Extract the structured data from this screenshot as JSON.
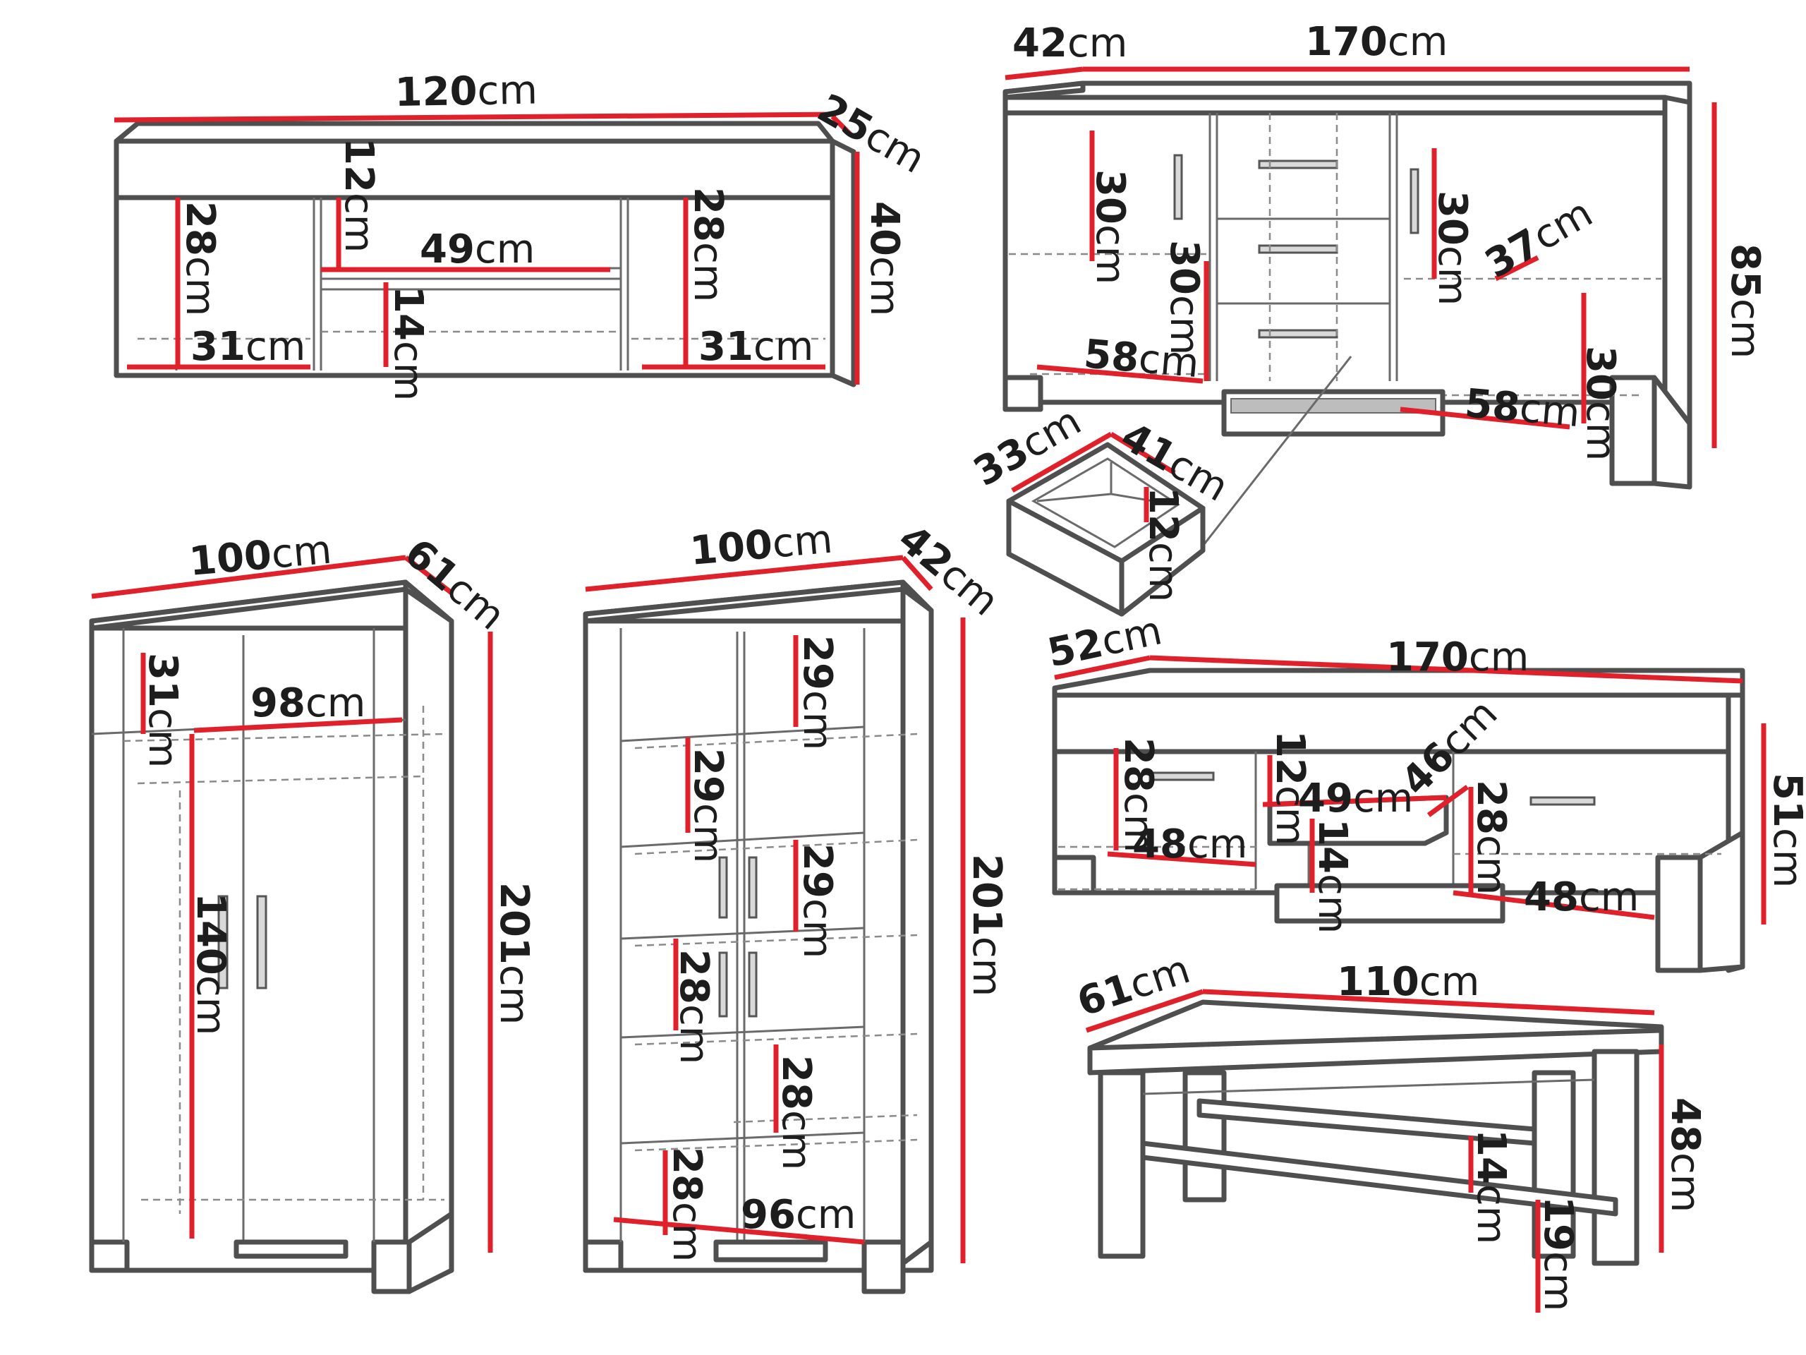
{
  "colors": {
    "dimension": "#e0202a",
    "outline": "#4f4f4f"
  },
  "items": [
    {
      "id": "tv-unit-small",
      "dims": [
        {
          "n": "120",
          "u": "cm"
        },
        {
          "n": "25",
          "u": "cm"
        },
        {
          "n": "40",
          "u": "cm"
        },
        {
          "n": "12",
          "u": "cm"
        },
        {
          "n": "49",
          "u": "cm"
        },
        {
          "n": "28",
          "u": "cm"
        },
        {
          "n": "28",
          "u": "cm"
        },
        {
          "n": "14",
          "u": "cm"
        },
        {
          "n": "31",
          "u": "cm"
        },
        {
          "n": "31",
          "u": "cm"
        }
      ]
    },
    {
      "id": "sideboard",
      "dims": [
        {
          "n": "42",
          "u": "cm"
        },
        {
          "n": "170",
          "u": "cm"
        },
        {
          "n": "85",
          "u": "cm"
        },
        {
          "n": "30",
          "u": "cm"
        },
        {
          "n": "30",
          "u": "cm"
        },
        {
          "n": "30",
          "u": "cm"
        },
        {
          "n": "30",
          "u": "cm"
        },
        {
          "n": "37",
          "u": "cm"
        },
        {
          "n": "58",
          "u": "cm"
        },
        {
          "n": "58",
          "u": "cm"
        }
      ]
    },
    {
      "id": "drawer",
      "dims": [
        {
          "n": "33",
          "u": "cm"
        },
        {
          "n": "41",
          "u": "cm"
        },
        {
          "n": "12",
          "u": "cm"
        }
      ]
    },
    {
      "id": "wardrobe",
      "dims": [
        {
          "n": "100",
          "u": "cm"
        },
        {
          "n": "61",
          "u": "cm"
        },
        {
          "n": "201",
          "u": "cm"
        },
        {
          "n": "31",
          "u": "cm"
        },
        {
          "n": "98",
          "u": "cm"
        },
        {
          "n": "140",
          "u": "cm"
        }
      ]
    },
    {
      "id": "display-cabinet",
      "dims": [
        {
          "n": "100",
          "u": "cm"
        },
        {
          "n": "42",
          "u": "cm"
        },
        {
          "n": "201",
          "u": "cm"
        },
        {
          "n": "29",
          "u": "cm"
        },
        {
          "n": "29",
          "u": "cm"
        },
        {
          "n": "29",
          "u": "cm"
        },
        {
          "n": "28",
          "u": "cm"
        },
        {
          "n": "28",
          "u": "cm"
        },
        {
          "n": "28",
          "u": "cm"
        },
        {
          "n": "96",
          "u": "cm"
        }
      ]
    },
    {
      "id": "tv-unit-large",
      "dims": [
        {
          "n": "52",
          "u": "cm"
        },
        {
          "n": "170",
          "u": "cm"
        },
        {
          "n": "51",
          "u": "cm"
        },
        {
          "n": "12",
          "u": "cm"
        },
        {
          "n": "49",
          "u": "cm"
        },
        {
          "n": "46",
          "u": "cm"
        },
        {
          "n": "28",
          "u": "cm"
        },
        {
          "n": "28",
          "u": "cm"
        },
        {
          "n": "48",
          "u": "cm"
        },
        {
          "n": "14",
          "u": "cm"
        },
        {
          "n": "48",
          "u": "cm"
        }
      ]
    },
    {
      "id": "coffee-table",
      "dims": [
        {
          "n": "61",
          "u": "cm"
        },
        {
          "n": "110",
          "u": "cm"
        },
        {
          "n": "48",
          "u": "cm"
        },
        {
          "n": "14",
          "u": "cm"
        },
        {
          "n": "19",
          "u": "cm"
        }
      ]
    }
  ]
}
